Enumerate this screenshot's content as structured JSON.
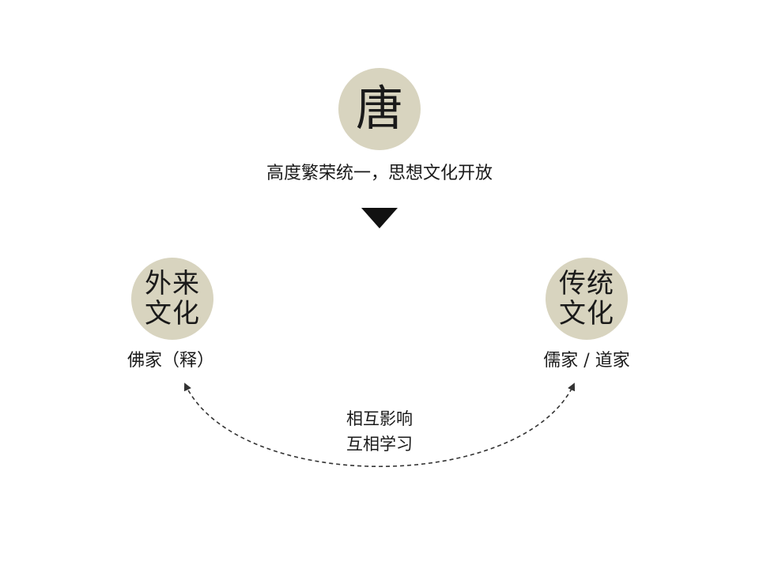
{
  "top": {
    "title": "唐",
    "subtitle": "高度繁荣统一，思想文化开放"
  },
  "left": {
    "title_lines": [
      "外来",
      "文化"
    ],
    "caption": "佛家（释）"
  },
  "right": {
    "title_lines": [
      "传统",
      "文化"
    ],
    "caption": "儒家 / 道家"
  },
  "relation": {
    "lines": [
      "相互影响",
      "互相学习"
    ]
  },
  "colors": {
    "circle": "#d8d4bf",
    "text": "#1a1a1a",
    "arrow": "#333333",
    "triangle": "#111111"
  }
}
